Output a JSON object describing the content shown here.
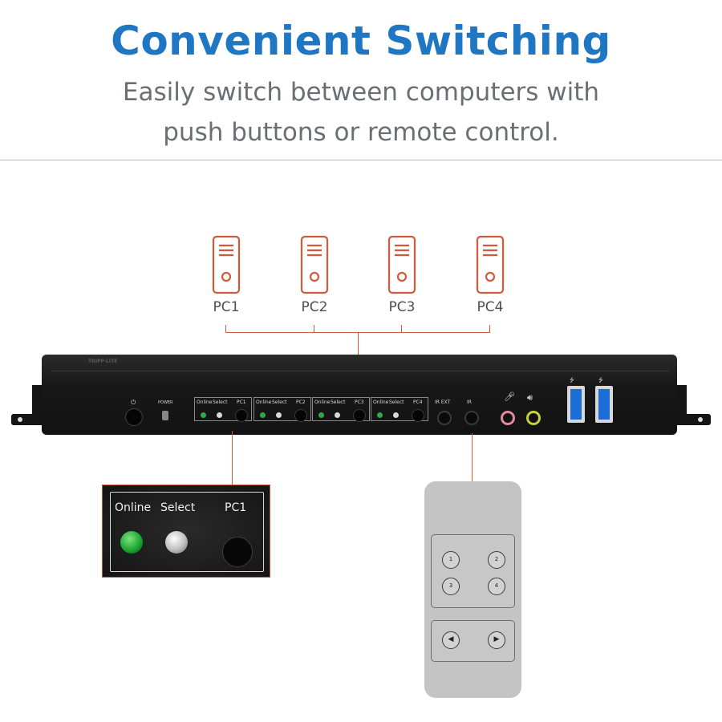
{
  "header": {
    "title": "Convenient Switching",
    "subtitle_line1": "Easily switch between computers with",
    "subtitle_line2": "push buttons or remote control."
  },
  "computers": [
    {
      "label": "PC1"
    },
    {
      "label": "PC2"
    },
    {
      "label": "PC3"
    },
    {
      "label": "PC4"
    }
  ],
  "device": {
    "brand_logo": "TRIPP·LITE",
    "power_label": "POWER",
    "port_groups": [
      {
        "online": "Online",
        "select": "Select",
        "pc": "PC1"
      },
      {
        "online": "Online",
        "select": "Select",
        "pc": "PC2"
      },
      {
        "online": "Online",
        "select": "Select",
        "pc": "PC3"
      },
      {
        "online": "Online",
        "select": "Select",
        "pc": "PC4"
      }
    ],
    "ir_ext_label": "IR EXT",
    "ir_label": "IR"
  },
  "zoom_panel": {
    "online": "Online",
    "select": "Select",
    "pc": "PC1"
  },
  "remote": {
    "buttons": [
      "1",
      "2",
      "3",
      "4"
    ],
    "nav": [
      "left-arrow-icon",
      "right-arrow-icon"
    ]
  },
  "colors": {
    "title": "#1f76c2",
    "subtitle": "#6b6e72",
    "accent_orange": "#d25a3c",
    "device_body": "#1a1a1a",
    "led_green": "#2fa845",
    "remote_body": "#c4c4c4"
  }
}
